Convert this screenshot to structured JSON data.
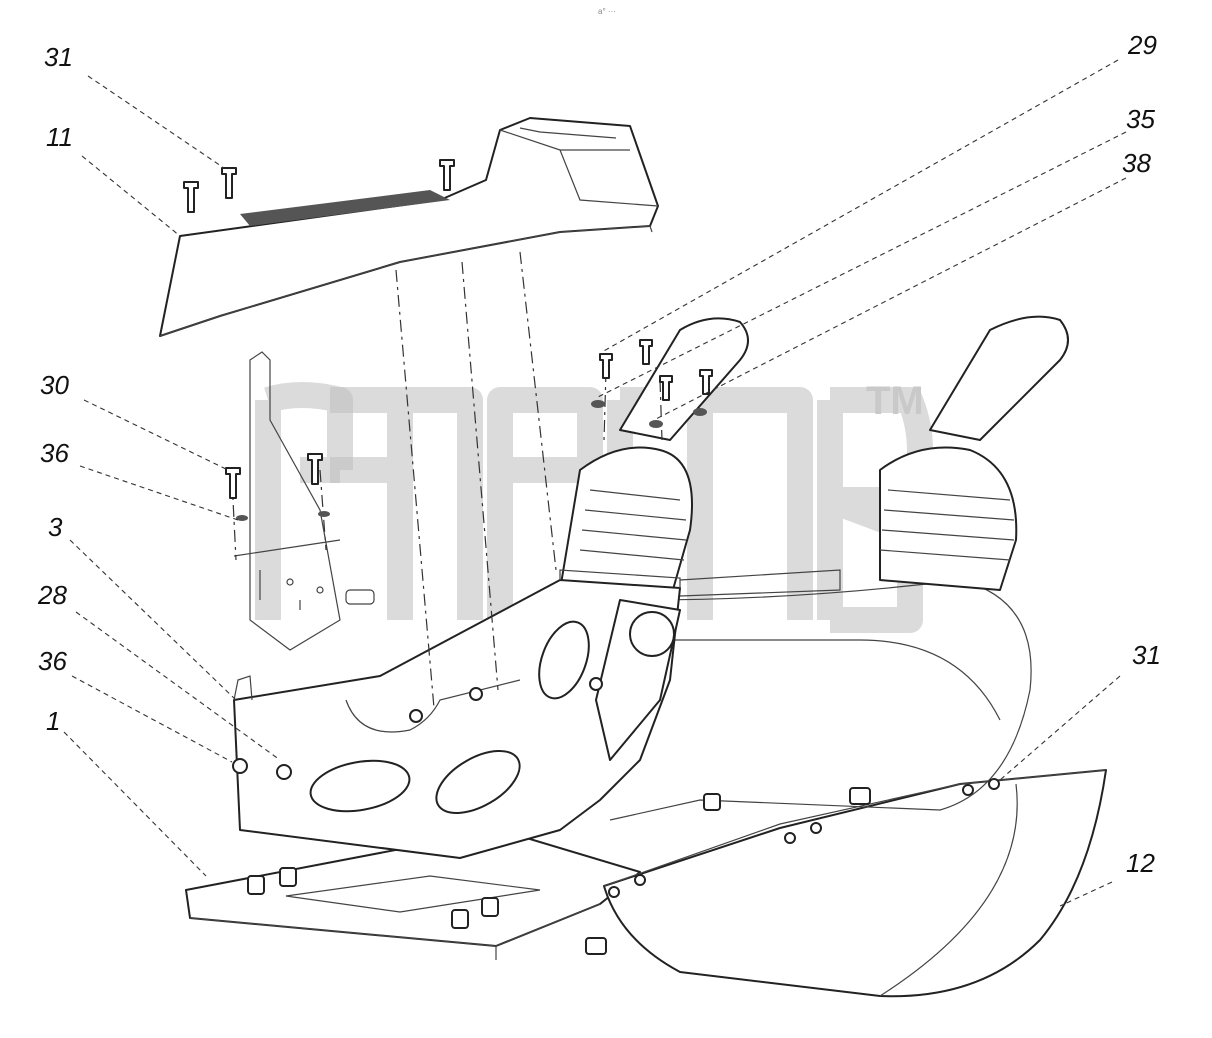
{
  "diagram": {
    "watermark_tm": "TM",
    "top_tiny_text": "a° ···",
    "callouts": [
      {
        "id": "c31a",
        "text": "31"
      },
      {
        "id": "c11",
        "text": "11"
      },
      {
        "id": "c30",
        "text": "30"
      },
      {
        "id": "c36a",
        "text": "36"
      },
      {
        "id": "c3",
        "text": "3"
      },
      {
        "id": "c28",
        "text": "28"
      },
      {
        "id": "c36b",
        "text": "36"
      },
      {
        "id": "c1",
        "text": "1"
      },
      {
        "id": "c29",
        "text": "29"
      },
      {
        "id": "c35",
        "text": "35"
      },
      {
        "id": "c38",
        "text": "38"
      },
      {
        "id": "c31b",
        "text": "31"
      },
      {
        "id": "c12",
        "text": "12"
      }
    ]
  }
}
